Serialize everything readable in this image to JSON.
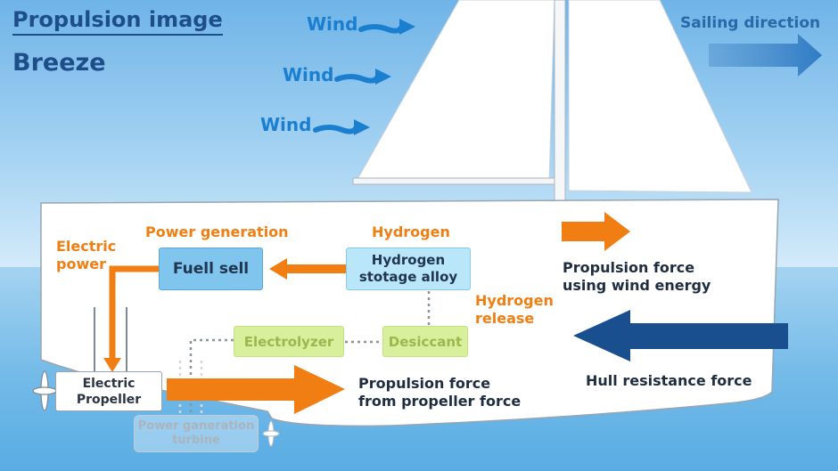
{
  "header": {
    "title": "Propulsion image",
    "subtitle": "Breeze"
  },
  "sky": {
    "wind_labels": [
      "Wind",
      "Wind",
      "Wind"
    ],
    "sailing_direction": "Sailing direction"
  },
  "system": {
    "electric_power": "Electric\npower",
    "power_generation": "Power generation",
    "hydrogen": "Hydrogen",
    "hydrogen_release": "Hydrogen\nrelease",
    "fuel_cell": "Fuell sell",
    "hydrogen_storage": "Hydrogen\nstotage alloy",
    "electrolyzer": "Electrolyzer",
    "desiccant": "Desiccant",
    "propeller": "Electric\nPropeller",
    "turbine": "Power ganeration\nturbine"
  },
  "forces": {
    "wind_force": "Propulsion force\nusing wind energy",
    "propeller_force": "Propulsion force\nfrom propeller force",
    "hull_resistance": "Hull resistance force"
  },
  "colors": {
    "title": "#1d4e8a",
    "orange": "#f07e12",
    "dark_blue_arrow": "#1a4f8f",
    "wind_blue": "#1b7fd0",
    "fuel_cell_box": "#7fc5ee",
    "storage_box": "#b9e6f8",
    "green_box": "#d8ef9c"
  }
}
